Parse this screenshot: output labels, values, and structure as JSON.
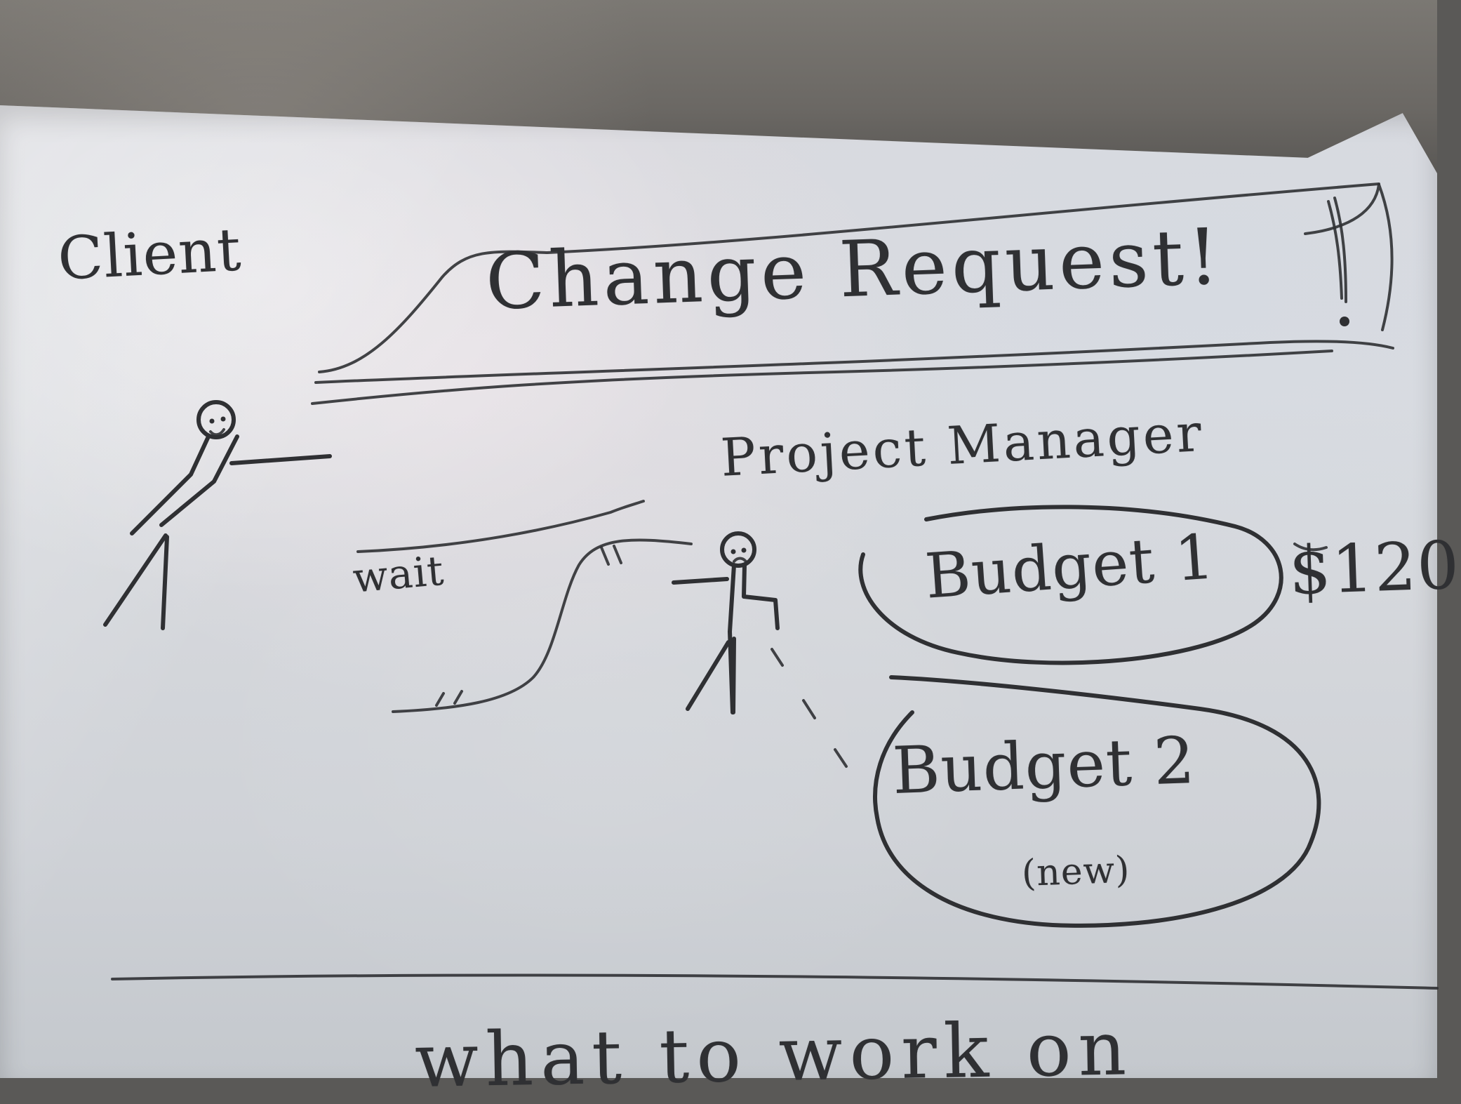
{
  "labels": {
    "client": "Client",
    "title": "Change Request",
    "title_mark": "!",
    "project_manager": "Project Manager",
    "wait": "wait",
    "budget_one": "Budget 1",
    "price": "$120",
    "budget_two": "Budget 2",
    "budget_two_sub": "(new)",
    "bottom_text": "what to work on"
  },
  "icons": {
    "client": "stick-figure-icon",
    "project_manager": "stick-figure-icon"
  },
  "colors": {
    "ink": "#2f3033",
    "paper": "#d9dadf",
    "table": "#5a5957"
  }
}
